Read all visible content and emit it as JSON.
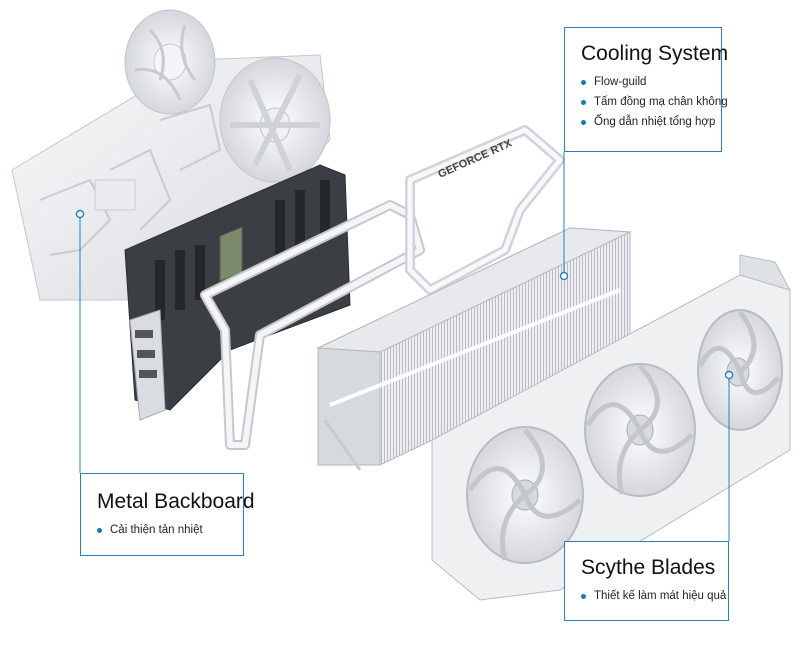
{
  "callouts": {
    "cooling": {
      "title": "Cooling System",
      "bullets": [
        "Flow-guild",
        "Tấm đồng mạ chân không",
        "Ống dẫn nhiệt tổng hợp"
      ]
    },
    "backboard": {
      "title": "Metal Backboard",
      "bullets": [
        "Cải thiện tản nhiệt"
      ]
    },
    "scythe": {
      "title": "Scythe Blades",
      "bullets": [
        "Thiết kế làm mát hiệu quả"
      ]
    }
  },
  "product": {
    "shroud_text": "GEFORCE RTX"
  },
  "colors": {
    "accent": "#2a7fc0",
    "bullet": "#1c76c0",
    "pcb": "#3b3f44",
    "metal": "#e9ebee"
  }
}
